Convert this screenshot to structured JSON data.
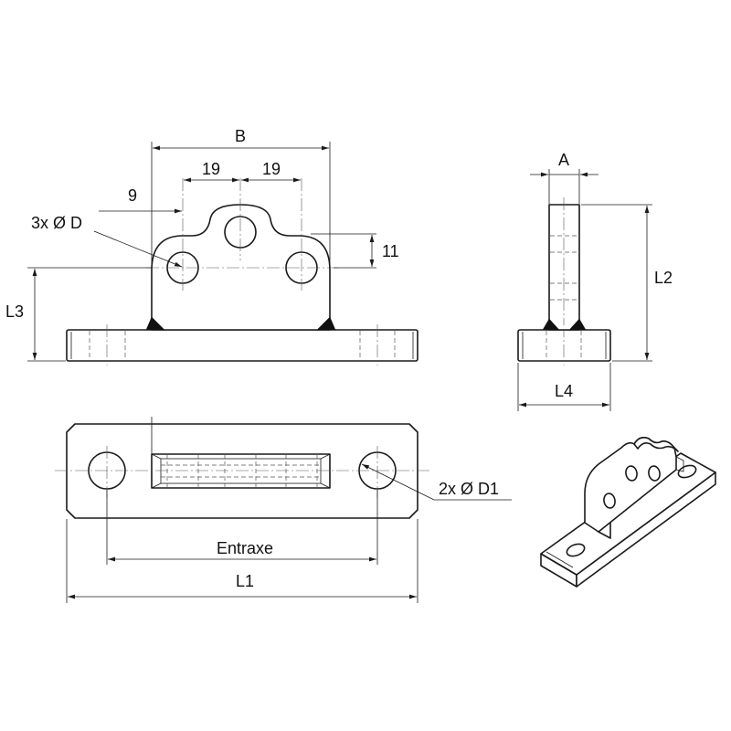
{
  "labels": {
    "B": "B",
    "dim19_left": "19",
    "dim19_right": "19",
    "dim9": "9",
    "hole3": "3x Ø D",
    "dim11": "11",
    "L3": "L3",
    "A": "A",
    "L2": "L2",
    "L4": "L4",
    "hole2": "2x Ø D1",
    "entraxe": "Entraxe",
    "L1": "L1"
  }
}
